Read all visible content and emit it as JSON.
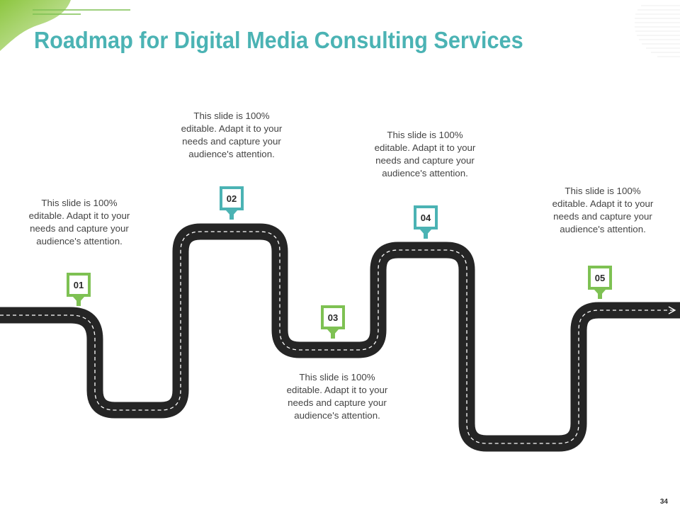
{
  "slide": {
    "title": "Roadmap for Digital Media Consulting Services",
    "page_number": "34",
    "colors": {
      "title": "#4bb3b4",
      "green_accent": "#7ec153",
      "teal_accent": "#4bb3b4",
      "road": "#252525",
      "road_dash": "#ffffff",
      "text": "#444444"
    }
  },
  "milestones": [
    {
      "number": "01",
      "color": "green",
      "text": "This slide is 100% editable. Adapt it to your needs and capture your audience's attention."
    },
    {
      "number": "02",
      "color": "teal",
      "text": "This slide is 100% editable. Adapt it to your needs and capture your audience's attention."
    },
    {
      "number": "03",
      "color": "green",
      "text": "This slide is 100% editable. Adapt it to your needs and capture your audience's attention."
    },
    {
      "number": "04",
      "color": "teal",
      "text": "This slide is 100% editable. Adapt it to your needs and capture your audience's attention."
    },
    {
      "number": "05",
      "color": "green",
      "text": "This slide is 100% editable. Adapt it to your needs and capture your audience's attention."
    }
  ]
}
